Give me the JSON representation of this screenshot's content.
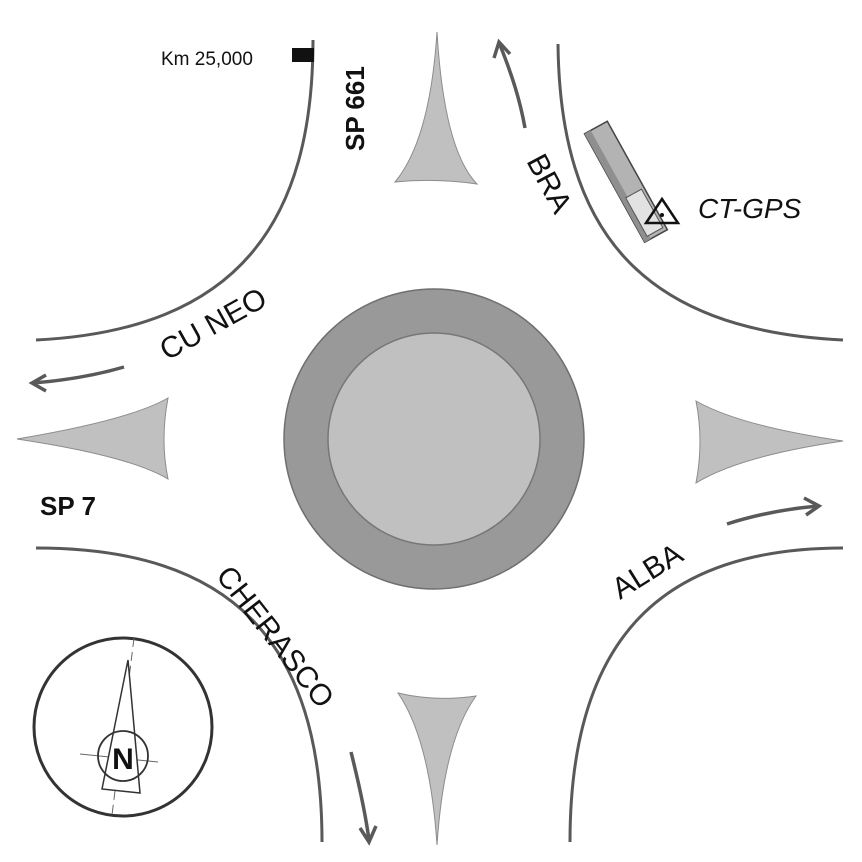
{
  "road_names": {
    "north": "SP 661",
    "west": "SP 7"
  },
  "km_marker": "Km 25,000",
  "station": {
    "label": "CT-GPS"
  },
  "directions": {
    "bra": "BRA",
    "cuneo": "CU NEO",
    "cherasco": "CHERASCO",
    "alba": "ALBA"
  },
  "compass": {
    "letter": "N"
  },
  "colors": {
    "road": "#595959",
    "island": "#c0c0c0",
    "ring_outer": "#999999",
    "ring_inner": "#c0c0c0"
  }
}
